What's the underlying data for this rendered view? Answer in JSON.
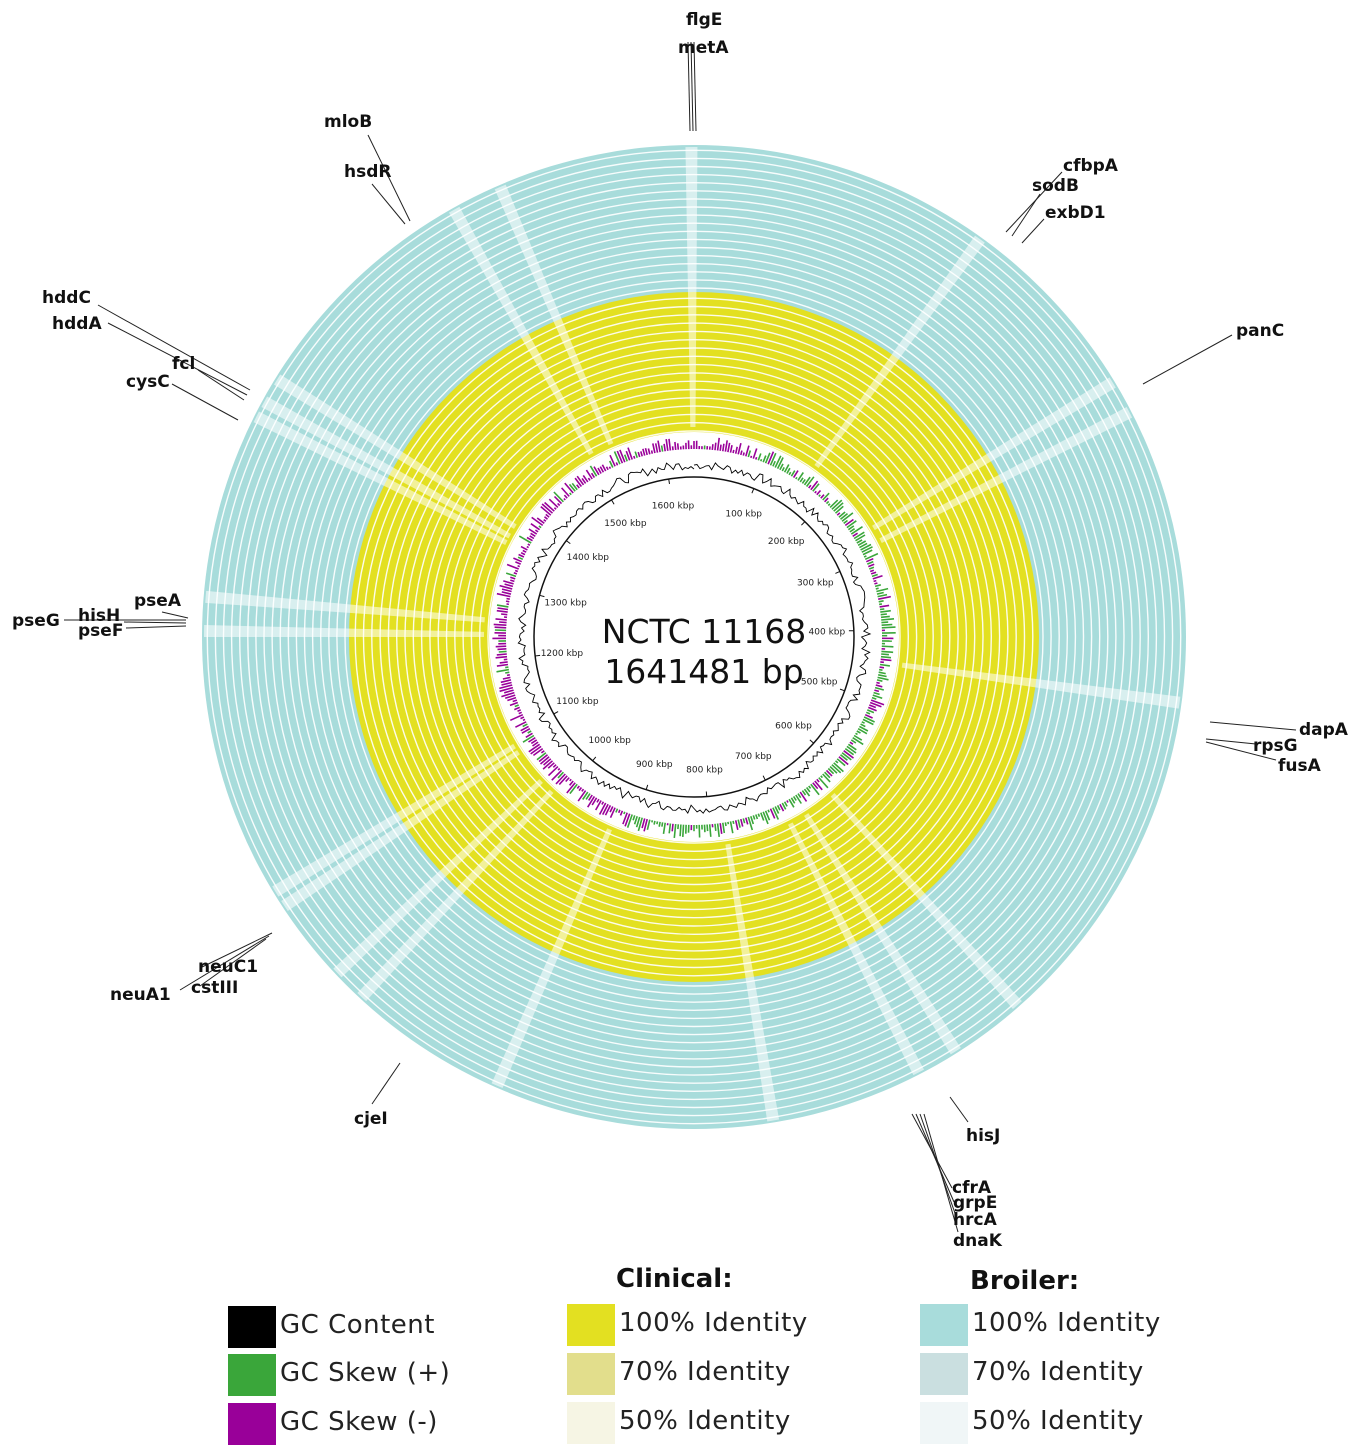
{
  "center": {
    "line1": "NCTC 11168",
    "line2": "1641481 bp"
  },
  "ticks": [
    "100 kbp",
    "200 kbp",
    "300 kbp",
    "400 kbp",
    "500 kbp",
    "600 kbp",
    "700 kbp",
    "800 kbp",
    "900 kbp",
    "1000 kbp",
    "1100 kbp",
    "1200 kbp",
    "1300 kbp",
    "1400 kbp",
    "1500 kbp",
    "1600 kbp"
  ],
  "genes": {
    "flgE": "flgE",
    "metA": "metA",
    "mloB": "mloB",
    "hsdR": "hsdR",
    "cfbpA": "cfbpA",
    "sodB": "sodB",
    "exbD1": "exbD1",
    "panC": "panC",
    "hddC": "hddC",
    "hddA": "hddA",
    "fcl": "fcl",
    "cysC": "cysC",
    "pseA": "pseA",
    "pseG": "pseG",
    "hisH": "hisH",
    "pseF": "pseF",
    "dapA": "dapA",
    "rpsG": "rpsG",
    "fusA": "fusA",
    "neuC1": "neuC1",
    "neuA1": "neuA1",
    "cstIII": "cstIII",
    "cjeI": "cjeI",
    "hisJ": "hisJ",
    "cfrA": "cfrA",
    "grpE": "grpE",
    "hrcA": "hrcA",
    "dnaK": "dnaK"
  },
  "legend": {
    "gc": [
      {
        "label": "GC Content",
        "color": "#000000"
      },
      {
        "label": "GC Skew (+)",
        "color": "#3aa63a"
      },
      {
        "label": "GC Skew (-)",
        "color": "#990099"
      }
    ],
    "clinical": {
      "title": "Clinical:",
      "items": [
        {
          "label": "100% Identity",
          "color": "#e3e021"
        },
        {
          "label": "70% Identity",
          "color": "#e2de8c"
        },
        {
          "label": "50% Identity",
          "color": "#f6f5e4"
        }
      ]
    },
    "broiler": {
      "title": "Broiler:",
      "items": [
        {
          "label": "100% Identity",
          "color": "#a8dcdb"
        },
        {
          "label": "70% Identity",
          "color": "#cadfe0"
        },
        {
          "label": "50% Identity",
          "color": "#f0f6f7"
        }
      ]
    }
  }
}
